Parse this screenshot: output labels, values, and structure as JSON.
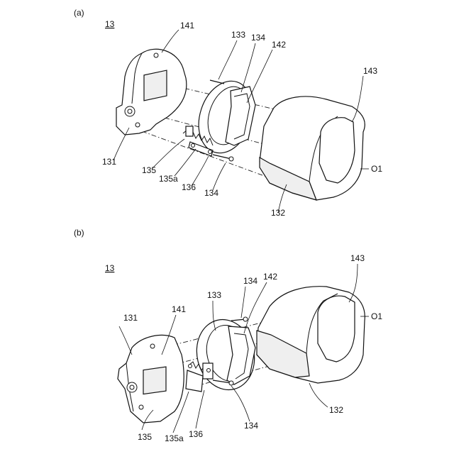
{
  "panels": [
    {
      "id": "a",
      "panel_label": "(a)",
      "assembly_label": "13",
      "labels": {
        "plate": "141",
        "base": "131",
        "ring": "133",
        "pin_top": "134",
        "pin_bottom": "134",
        "window": "142",
        "block": "143",
        "magnet": "132",
        "axis": "O1",
        "spring": "135",
        "spring_end": "135a",
        "shaft": "136"
      }
    },
    {
      "id": "b",
      "panel_label": "(b)",
      "assembly_label": "13",
      "labels": {
        "plate": "141",
        "base": "131",
        "ring": "133",
        "pin_top": "134",
        "pin_bottom": "134",
        "window": "142",
        "block": "143",
        "magnet": "132",
        "axis": "O1",
        "spring": "135",
        "spring_end": "135a",
        "shaft": "136"
      }
    }
  ]
}
